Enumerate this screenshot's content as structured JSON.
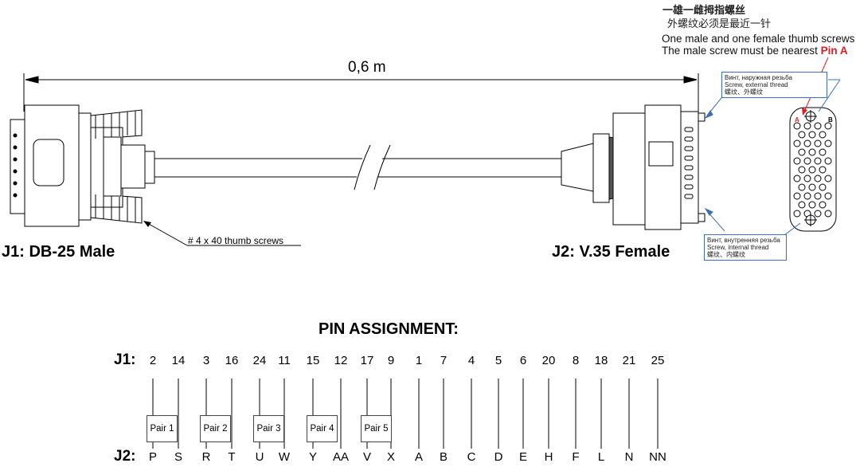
{
  "notes": {
    "cn_line1": "一雄一雌拇指螺丝",
    "cn_line2": "外螺纹必须是最近一针",
    "en_line1": "One male and one female thumb screws",
    "en_line2_prefix": "The male screw must be nearest ",
    "en_line2_pin": "Pin A"
  },
  "length": "0,6 m",
  "callout_top": [
    "Винт, наружная резьба",
    "Screw, external thread",
    "螺纹、外螺纹"
  ],
  "callout_bottom": [
    "Винт, внутренняя резьба",
    "Screw, internal thread",
    "螺纹、内螺纹"
  ],
  "screws_label": "# 4 x 40 thumb screws",
  "j1_title": "J1: DB-25 Male",
  "j2_title": "J2:  V.35 Female",
  "pin_face": {
    "a": "A",
    "b": "B"
  },
  "pin_assignment": {
    "title": "PIN ASSIGNMENT:",
    "j1_label": "J1:",
    "j2_label": "J2:",
    "j1": [
      "2",
      "14",
      "3",
      "16",
      "24",
      "11",
      "15",
      "12",
      "17",
      "9",
      "1",
      "7",
      "4",
      "5",
      "6",
      "20",
      "8",
      "18",
      "21",
      "25"
    ],
    "j2": [
      "P",
      "S",
      "R",
      "T",
      "U",
      "W",
      "Y",
      "AA",
      "V",
      "X",
      "A",
      "B",
      "C",
      "D",
      "E",
      "H",
      "F",
      "L",
      "N",
      "NN"
    ],
    "pairs": [
      "Pair 1",
      "Pair 2",
      "Pair 3",
      "Pair 4",
      "Pair 5"
    ]
  },
  "colors": {
    "accent": "#e31b23",
    "callout": "#3b6fb6"
  }
}
